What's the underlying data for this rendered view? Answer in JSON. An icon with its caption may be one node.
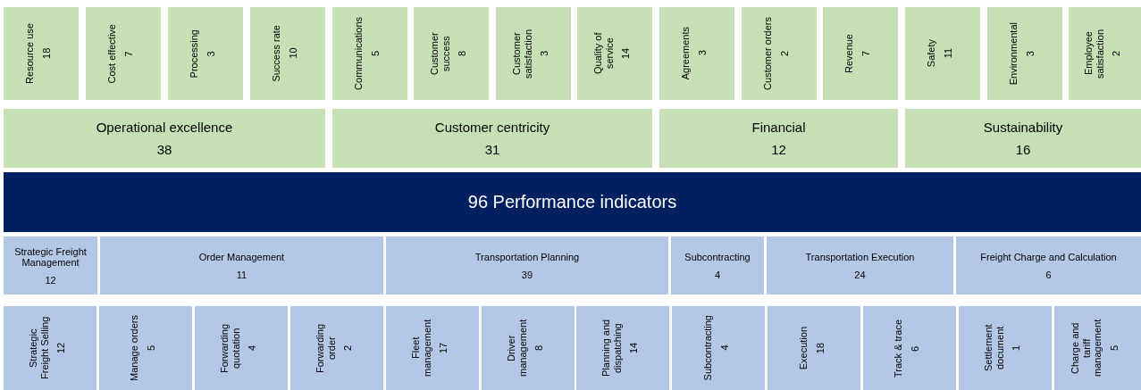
{
  "diagram": {
    "nodes": [
      {
        "text": [
          "Resource use",
          "18"
        ]
      },
      {
        "text": [
          "Cost effective",
          "7"
        ]
      },
      {
        "text": [
          "Processing",
          "3"
        ]
      },
      {
        "text": [
          "Success rate",
          "10"
        ]
      },
      {
        "text": [
          "Communications",
          "5"
        ]
      },
      {
        "text": [
          "Customer success",
          "8"
        ]
      },
      {
        "text": [
          "Customer satisfaction",
          "3"
        ]
      },
      {
        "text": [
          "Quality of service",
          "14"
        ]
      },
      {
        "text": [
          "Agreements",
          "3"
        ]
      },
      {
        "text": [
          "Customer orders",
          "2"
        ]
      },
      {
        "text": [
          "Revenue",
          "7"
        ]
      },
      {
        "text": [
          "Safety",
          "11"
        ]
      },
      {
        "text": [
          "Environmental",
          "3"
        ]
      },
      {
        "text": [
          "Employee satisfaction",
          "2"
        ]
      },
      {
        "text": [
          "Operational excellence",
          "38"
        ]
      },
      {
        "text": [
          "Customer centricity",
          "31"
        ]
      },
      {
        "text": [
          "Financial",
          "12"
        ]
      },
      {
        "text": [
          "Sustainability",
          "16"
        ]
      },
      {
        "text": [
          "96 Performance indicators"
        ]
      },
      {
        "text": [
          "Strategic Freight Management",
          "12"
        ]
      },
      {
        "text": [
          "Order Management",
          "11"
        ]
      },
      {
        "text": [
          "Transportation Planning",
          "39"
        ]
      },
      {
        "text": [
          "Subcontracting",
          "4"
        ]
      },
      {
        "text": [
          "Transportation Execution",
          "24"
        ]
      },
      {
        "text": [
          "Freight Charge and Calculation",
          "6"
        ]
      },
      {
        "text": [
          "Strategic Freight Selling",
          "12"
        ]
      },
      {
        "text": [
          "Manage orders",
          "5"
        ]
      },
      {
        "text": [
          "Forwarding quotation",
          "4"
        ]
      },
      {
        "text": [
          "Forwarding order",
          "2"
        ]
      },
      {
        "text": [
          "Fleet management",
          "17"
        ]
      },
      {
        "text": [
          "Driver management",
          "8"
        ]
      },
      {
        "text": [
          "Planning and dispatching",
          "14"
        ]
      },
      {
        "text": [
          "Subcontracting",
          "4"
        ]
      },
      {
        "text": [
          "Execution",
          "18"
        ]
      },
      {
        "text": [
          "Track & trace",
          "6"
        ]
      },
      {
        "text": [
          "Settlement document",
          "1"
        ]
      },
      {
        "text": [
          "Charge and tariff management",
          "5"
        ]
      }
    ]
  }
}
